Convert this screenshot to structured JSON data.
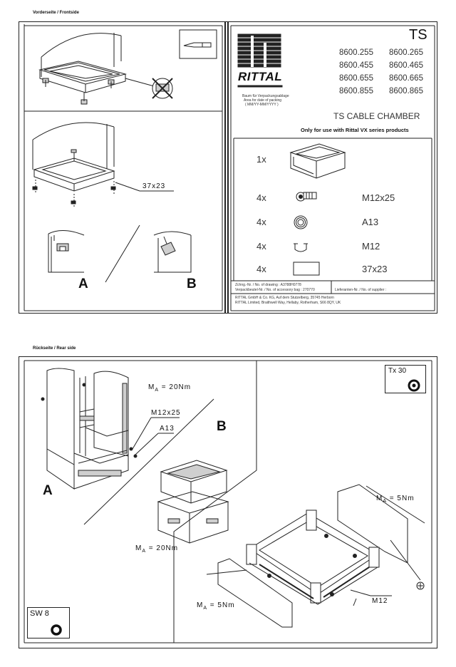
{
  "front": {
    "sheet_label": "Vorderseite / Frontside",
    "label_37x23": "37x23",
    "label_a": "A",
    "label_b": "B"
  },
  "title_block": {
    "product": "TS",
    "codes": [
      "8600.255",
      "8600.265",
      "8600.455",
      "8600.465",
      "8600.655",
      "8600.665",
      "8600.855",
      "8600.865"
    ],
    "logo_text": "RITTAL",
    "logo_caption": [
      "Baum für Verpackungsablage",
      "Area for date of packing",
      "( MM/YY-MM/YYYY )"
    ],
    "chamber_title": "TS CABLE CHAMBER",
    "chamber_note": "Only for use with Rittal VX series products"
  },
  "parts": [
    {
      "qty": "1x",
      "icon": "cable-chamber-icon",
      "label": ""
    },
    {
      "qty": "4x",
      "icon": "screw-icon",
      "label": "M12x25"
    },
    {
      "qty": "4x",
      "icon": "washer-icon",
      "label": "A13"
    },
    {
      "qty": "4x",
      "icon": "clip-nut-icon",
      "label": "M12"
    },
    {
      "qty": "4x",
      "icon": "gasket-icon",
      "label": "37x23"
    }
  ],
  "footer": {
    "drawing_no": "Zchng.-Nr. / No. of drawing : A3788H0778",
    "accessory_bag": "Verpackbeutel-Nr. / No. of accessory bag : 270770",
    "supplier": "Lieferanten-Nr. / No. of supplier :",
    "address1": "RITTAL GmbH & Co. KG, Auf dem Stutzelberg, 35745 Herborn",
    "address2": "RITTAL Limited, Braithwell Way, Hellaby, Rotherham, S66 8QY, UK"
  },
  "rear": {
    "sheet_label": "Rückseite / Rear side",
    "ma_20_top": "M",
    "ma_20_top_sub": "A",
    "ma_20_top_val": " = 20Nm",
    "label_m12x25": "M12x25",
    "label_a13": "A13",
    "label_b": "B",
    "label_a": "A",
    "ma_20_bottom": "M",
    "ma_20_bottom_sub": "A",
    "ma_20_bottom_val": " = 20Nm",
    "ma_5_right": "M",
    "ma_5_right_sub": "A",
    "ma_5_right_val": " = 5Nm",
    "ma_5_left": "M",
    "ma_5_left_sub": "A",
    "ma_5_left_val": " = 5Nm",
    "label_m12": "M12",
    "tool_tx": "Tx 30",
    "tool_sw": "SW 8"
  }
}
